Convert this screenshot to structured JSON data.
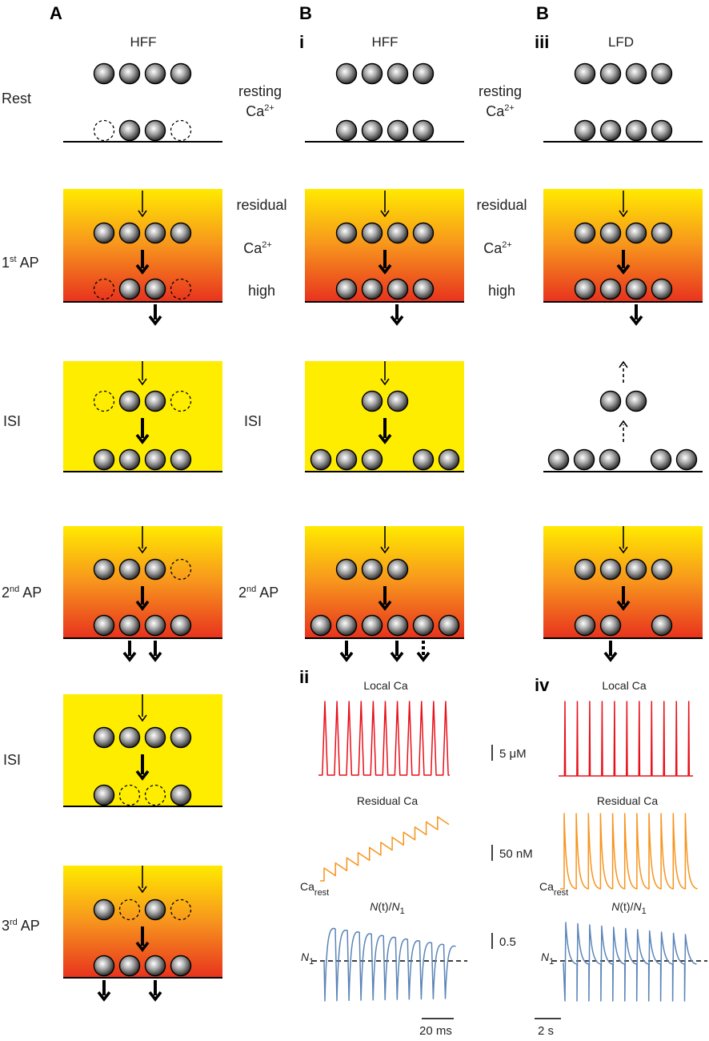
{
  "panel_labels": {
    "a": "A",
    "b1": "B",
    "b2": "B",
    "i": "i",
    "ii": "ii",
    "iii": "iii",
    "iv": "iv"
  },
  "column_titles": {
    "a": "HFF",
    "b_i": "HFF",
    "b_iii": "LFD"
  },
  "row_labels": {
    "rest": "Rest",
    "ap1_pre": "1",
    "ap1_sup": "st",
    "ap1_post": " AP",
    "isi_1": "ISI",
    "isi_b": "ISI",
    "ap2_pre": "2",
    "ap2_sup": "nd",
    "ap2_post": " AP",
    "ap2b_pre": "2",
    "ap2b_sup": "nd",
    "ap2b_post": " AP",
    "isi_2": "ISI",
    "ap3_pre": "3",
    "ap3_sup": "rd",
    "ap3_post": " AP"
  },
  "ca_labels": {
    "resting": "resting",
    "ca": "Ca",
    "ca_sup": "2+",
    "residual": "residual",
    "high": "high"
  },
  "traces": {
    "local_ca_title": "Local Ca",
    "residual_ca_title": "Residual Ca",
    "ntn1_N": "N",
    "ntn1_t": "(t)/",
    "ntn1_N1": "N",
    "ntn1_sub": "1",
    "ca_rest": "Ca",
    "ca_rest_sub": "rest",
    "n1_label": "N",
    "n1_sub": "1",
    "scale_local": "5 μM",
    "scale_residual": "50 nM",
    "scale_ntn1": "0.5",
    "time_left": "20 ms",
    "time_right": "2 s"
  },
  "colors": {
    "gradient_top": "#ffe800",
    "gradient_mid": "#f7941d",
    "gradient_bottom": "#e8321e",
    "isi_yellow": "#ffed00",
    "local_ca": "#e8101a",
    "residual_ca": "#f7941d",
    "ntn1": "#5b85b8"
  }
}
